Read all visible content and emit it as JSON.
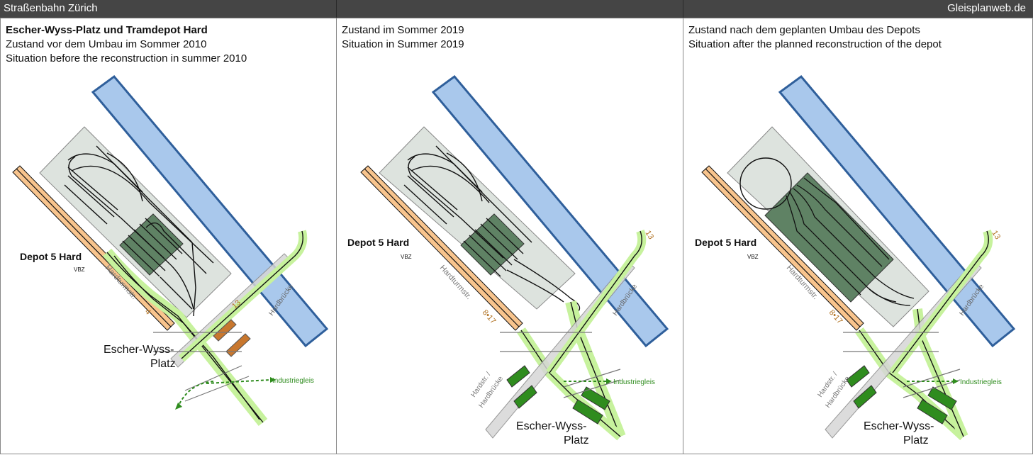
{
  "header": {
    "title": "Straßenbahn Zürich",
    "site": "Gleisplanweb.de"
  },
  "panels": [
    {
      "id": "2010",
      "title": "Escher-Wyss-Platz und Tramdepot Hard",
      "caption_de": "Zustand vor dem Umbau im Sommer 2010",
      "caption_en": "Situation before the reconstruction in summer 2010",
      "depot": "Depot 5 Hard",
      "operator": "VBZ",
      "street": "Hardturmstr.",
      "bridge": "Hardbrücke",
      "line_hardturm": "4",
      "line_bridge": "13",
      "square_1": "Escher-Wyss-",
      "square_2": "Platz",
      "industrial": "Industriegleis"
    },
    {
      "id": "2019",
      "caption_de": "Zustand im Sommer 2019",
      "caption_en": "Situation in Summer 2019",
      "depot": "Depot 5 Hard",
      "operator": "VBZ",
      "street": "Hardturmstr.",
      "bridge": "Hardbrücke",
      "line_hardturm": "8•17",
      "line_bridge": "13",
      "square_1": "Escher-Wyss-",
      "square_2": "Platz",
      "industrial": "Industriegleis",
      "street2_1": "Hardstr. /",
      "street2_2": "Hardbrücke"
    },
    {
      "id": "future",
      "caption_de": "Zustand nach dem geplanten Umbau des Depots",
      "caption_en": "Situation after the planned reconstruction of the depot",
      "depot": "Depot 5 Hard",
      "operator": "VBZ",
      "street": "Hardturmstr.",
      "bridge": "Hardbrücke",
      "line_hardturm": "8•17",
      "line_bridge": "13",
      "square_1": "Escher-Wyss-",
      "square_2": "Platz",
      "industrial": "Industriegleis",
      "street2_1": "Hardstr. /",
      "street2_2": "Hardbrücke"
    }
  ],
  "colors": {
    "river": "#a9c8ec",
    "river_edge": "#2f5f9b",
    "depot_area": "#dde3de",
    "depot_hall": "#5f8264",
    "track_green": "#c7f29d",
    "street_orange": "#f8c48d",
    "stop_platform": "#2f8c1e",
    "old_platform": "#c8772e",
    "industrial_line": "#2f8c1e"
  }
}
